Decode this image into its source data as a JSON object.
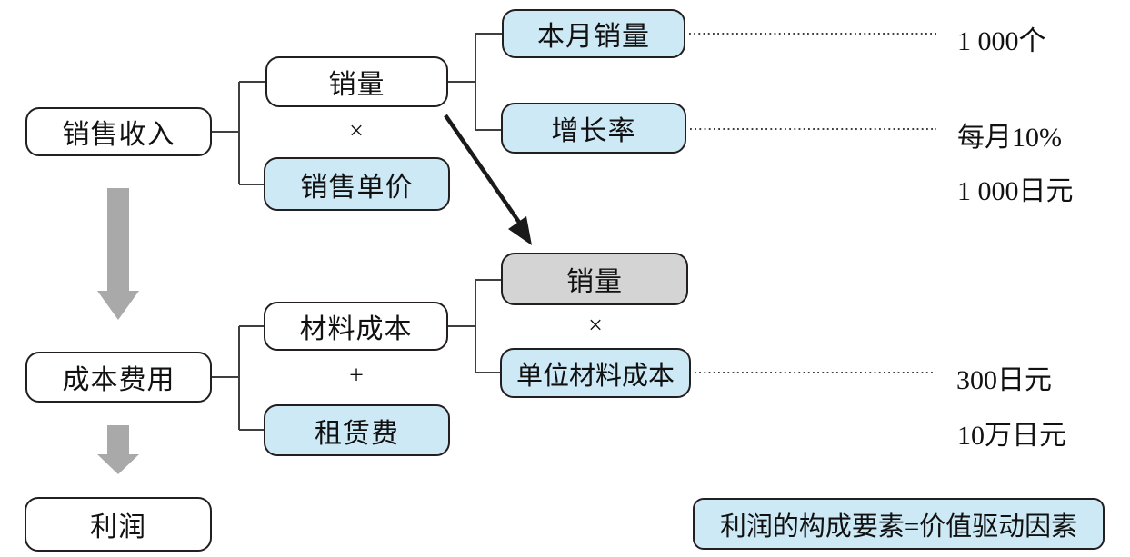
{
  "diagram": {
    "nodes": {
      "sales_revenue": {
        "label": "销售收入"
      },
      "volume": {
        "label": "销量"
      },
      "unit_price": {
        "label": "销售单价"
      },
      "monthly_volume": {
        "label": "本月销量"
      },
      "growth_rate": {
        "label": "增长率"
      },
      "cost_expense": {
        "label": "成本费用"
      },
      "material_cost": {
        "label": "材料成本"
      },
      "rent": {
        "label": "租赁费"
      },
      "volume_copy": {
        "label": "销量"
      },
      "unit_material_cost": {
        "label": "单位材料成本"
      },
      "profit": {
        "label": "利润"
      },
      "footer": {
        "label": "利润的构成要素=价值驱动因素"
      }
    },
    "operators": {
      "multiply_top": "×",
      "plus": "+",
      "multiply_bottom": "×"
    },
    "values": {
      "monthly_volume": "1 000个",
      "growth_rate": "每月10%",
      "unit_price": "1 000日元",
      "unit_material_cost": "300日元",
      "rent": "10万日元"
    },
    "colors": {
      "highlight_blue": "#cde9f6",
      "gray_fill": "#d4d4d4",
      "border": "#231f20",
      "arrow_gray": "#a9a9a9",
      "line": "#3f3f3f"
    }
  }
}
